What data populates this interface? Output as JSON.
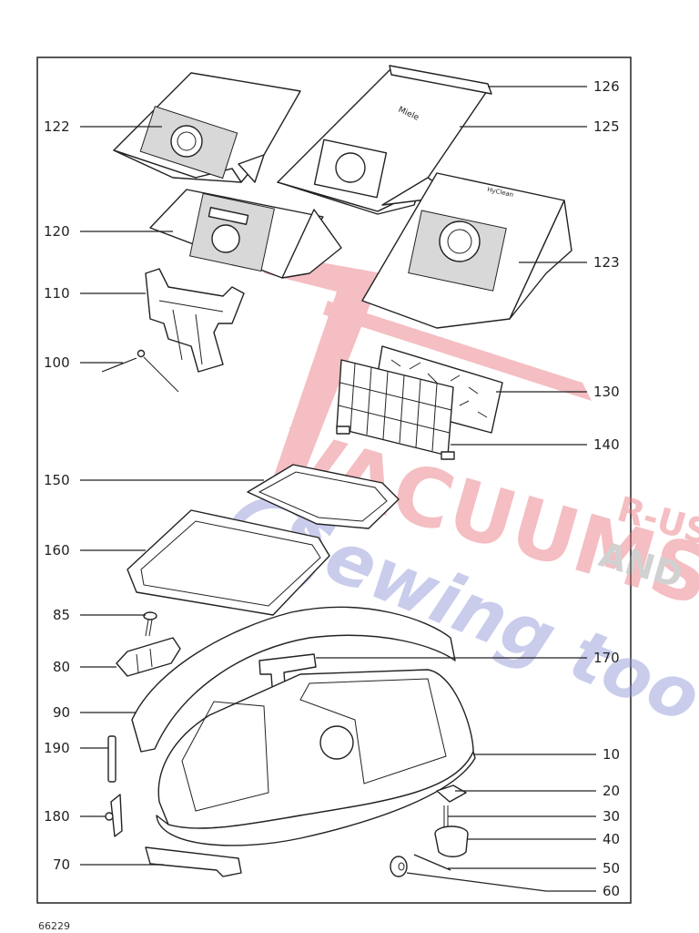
{
  "diagram": {
    "labels_left": [
      "122",
      "120",
      "110",
      "100",
      "150",
      "160",
      "85",
      "80",
      "90",
      "190",
      "180",
      "70"
    ],
    "labels_right": [
      "126",
      "125",
      "123",
      "130",
      "140",
      "170",
      "10",
      "20",
      "30",
      "40",
      "50",
      "60"
    ]
  },
  "watermark": {
    "line1": "VACUUMS",
    "line2": "Sewing too",
    "tag1": "R-US",
    "tag2": "AND",
    "colors": {
      "red": "#e8707a",
      "blue": "#8c8fd6",
      "gray": "#9a9a9a"
    }
  },
  "footer": {
    "doc_code": "66229"
  },
  "bag_text": {
    "brand": "Miele",
    "hyclean": "HyClean"
  }
}
